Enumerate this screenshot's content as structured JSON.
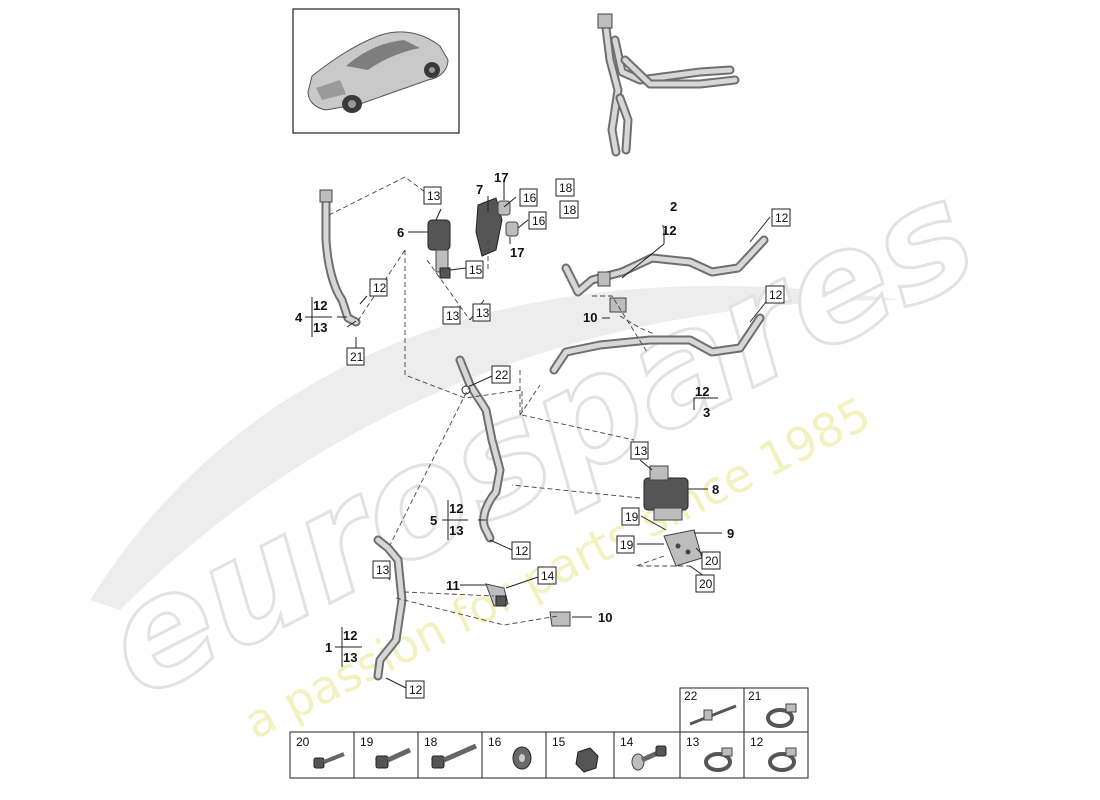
{
  "watermark": {
    "brand": "eurospares",
    "tagline": "a passion for parts since 1985"
  },
  "callouts": {
    "c1": "1",
    "c2": "2",
    "c3": "3",
    "c4": "4",
    "c5": "5",
    "c6": "6",
    "c7": "7",
    "c8": "8",
    "c9": "9",
    "c10": "10",
    "c11": "11",
    "c12": "12",
    "c13": "13",
    "c14": "14",
    "c15": "15",
    "c16": "16",
    "c17": "17",
    "c18": "18",
    "c19": "19",
    "c20": "20",
    "c21": "21",
    "c22": "22"
  },
  "legend": {
    "top_row": [
      "22",
      "21"
    ],
    "bottom_row": [
      "20",
      "19",
      "18",
      "16",
      "15",
      "14",
      "13",
      "12"
    ]
  },
  "colors": {
    "watermark_grey": "#e6e6e6",
    "watermark_yellow": "#f2f0b8",
    "line": "#222222"
  }
}
